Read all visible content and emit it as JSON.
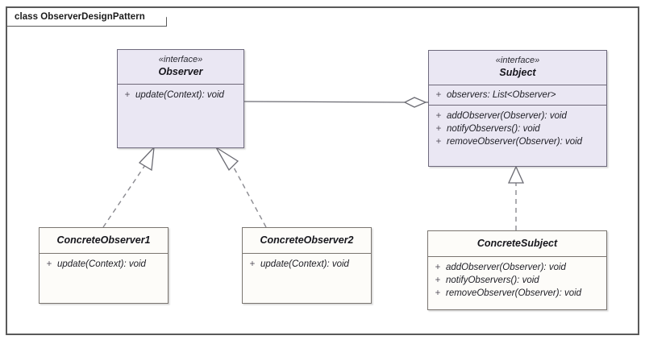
{
  "diagram": {
    "frame_label": "class ObserverDesignPattern",
    "colors": {
      "interface_fill": "#eae7f3",
      "concrete_fill": "#fdfcf9",
      "border": "#6e6878",
      "frame_border": "#5a5a5a",
      "connector": "#6b6b73"
    },
    "classes": [
      {
        "id": "observer",
        "name": "Observer",
        "stereotype": "«interface»",
        "kind": "interface",
        "attributes": [],
        "operations": [
          {
            "visibility": "+",
            "signature": "update(Context): void"
          }
        ]
      },
      {
        "id": "subject",
        "name": "Subject",
        "stereotype": "«interface»",
        "kind": "interface",
        "attributes": [
          {
            "visibility": "+",
            "signature": "observers: List<Observer>"
          }
        ],
        "operations": [
          {
            "visibility": "+",
            "signature": "addObserver(Observer): void"
          },
          {
            "visibility": "+",
            "signature": "notifyObservers(): void"
          },
          {
            "visibility": "+",
            "signature": "removeObserver(Observer): void"
          }
        ]
      },
      {
        "id": "concreteobserver1",
        "name": "ConcreteObserver1",
        "stereotype": "",
        "kind": "class",
        "attributes": [],
        "operations": [
          {
            "visibility": "+",
            "signature": "update(Context): void"
          }
        ]
      },
      {
        "id": "concreteobserver2",
        "name": "ConcreteObserver2",
        "stereotype": "",
        "kind": "class",
        "attributes": [],
        "operations": [
          {
            "visibility": "+",
            "signature": "update(Context): void"
          }
        ]
      },
      {
        "id": "concretesubject",
        "name": "ConcreteSubject",
        "stereotype": "",
        "kind": "class",
        "attributes": [],
        "operations": [
          {
            "visibility": "+",
            "signature": "addObserver(Observer): void"
          },
          {
            "visibility": "+",
            "signature": "notifyObservers(): void"
          },
          {
            "visibility": "+",
            "signature": "removeObserver(Observer): void"
          }
        ]
      }
    ],
    "relationships": [
      {
        "from": "subject",
        "to": "observer",
        "type": "aggregation"
      },
      {
        "from": "concreteobserver1",
        "to": "observer",
        "type": "realization"
      },
      {
        "from": "concreteobserver2",
        "to": "observer",
        "type": "realization"
      },
      {
        "from": "concretesubject",
        "to": "subject",
        "type": "realization"
      }
    ]
  }
}
